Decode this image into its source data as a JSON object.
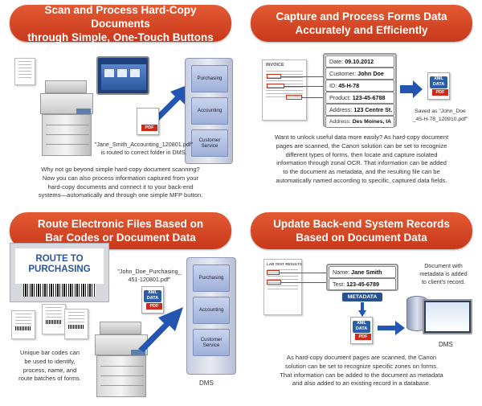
{
  "colors": {
    "banner": "#d6462a",
    "accent_blue": "#2a5fa8",
    "pdf_red": "#cc2a1a"
  },
  "panels": [
    {
      "title": "Scan and Process Hard-Copy Documents\nthrough Simple, One-Touch Buttons",
      "caption": "\"Jane_Smith_Accounting_120801.pdf\"\nis routed to correct folder in DMS.",
      "body": "Why not go beyond simple hard-copy document scanning?\nNow you can also process information captured from your\nhard-copy documents and connect it to your back-end\nsystems—automatically and through one simple MFP button.",
      "folders": [
        "Purchasing",
        "Accounting",
        "Customer\nService"
      ],
      "pdf_label": "PDF"
    },
    {
      "title": "Capture and Process Forms Data\nAccurately and Efficiently",
      "invoice_label": "INVOICE",
      "fields": [
        {
          "label": "Date:",
          "value": "09.10.2012"
        },
        {
          "label": "Customer:",
          "value": "John Doe"
        },
        {
          "label": "ID:",
          "value": "45-H-78"
        },
        {
          "label": "Product:",
          "value": "123-45-6788"
        },
        {
          "label": "Address:",
          "value": "123 Centre St."
        },
        {
          "label": "Address:",
          "value": "Des Moines, IA"
        }
      ],
      "saved_as": "Saved as \"John_Doe\n_45-H-78_120910.pdf\"",
      "xml_label": "XML\nDATA",
      "pdf_label": "PDF",
      "body": "Want to unlock useful data more easily? As hard-copy document\npages are scanned, the Canon solution can be set to recognize\ndifferent types of forms, then locate and capture isolated\ninformation through zonal OCR. That information can be added\nto the document as metadata, and the resulting file can be\nautomatically named according to specific, captured data fields."
    },
    {
      "title": "Route Electronic Files Based on\nBar Codes or Document Data",
      "sign_text": "ROUTE TO\nPURCHASING",
      "file_caption": "\"John_Doe_Purchasing_\n451-120801.pdf\"",
      "body": "Unique bar codes can\nbe used to identify,\nprocess, name, and\nroute batches of forms.",
      "folders": [
        "Purchasing",
        "Accounting",
        "Customer\nService"
      ],
      "dms_label": "DMS",
      "xml_label": "XML\nDATA",
      "pdf_label": "PDF"
    },
    {
      "title": "Update Back-end System Records\nBased on Document Data",
      "lab_label": "LAB TEST RESULTS",
      "fields": [
        {
          "label": "Name:",
          "value": "Jane Smith"
        },
        {
          "label": "Test:",
          "value": "123-45-6789"
        }
      ],
      "metadata_label": "METADATA",
      "record_caption": "Document with\nmetadata is added\nto client's record.",
      "dms_label": "DMS",
      "xml_label": "XML\nDATA",
      "pdf_label": "PDF",
      "body": "As hard-copy document pages are scanned, the Canon\nsolution can be set to recognize specific zones on forms.\nThat information can be added to the document as metadata\nand also added to an existing record in a database."
    }
  ]
}
